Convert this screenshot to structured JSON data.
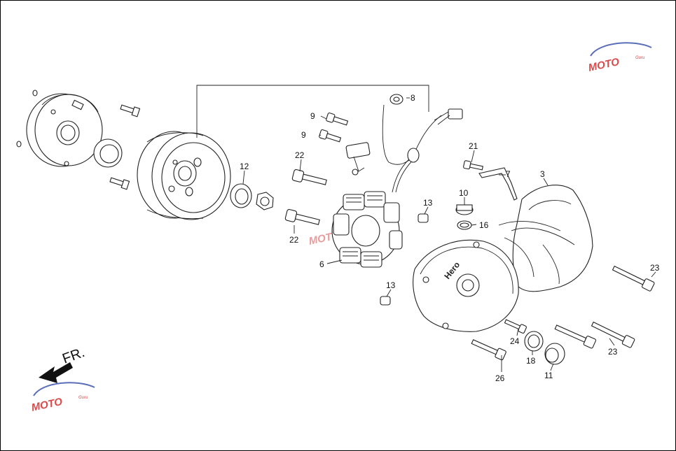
{
  "diagram": {
    "direction_label": "FR.",
    "cover_brand": "Hero",
    "watermark": {
      "text": "MOTO",
      "sub": "Guru",
      "color_primary": "#d94a4a",
      "color_accent": "#5a6fb8"
    },
    "callouts": [
      {
        "id": "c3",
        "label": "3"
      },
      {
        "id": "c6",
        "label": "6"
      },
      {
        "id": "c7",
        "label": "7"
      },
      {
        "id": "c8",
        "label": "8"
      },
      {
        "id": "c9a",
        "label": "9"
      },
      {
        "id": "c9b",
        "label": "9"
      },
      {
        "id": "c10",
        "label": "10"
      },
      {
        "id": "c11",
        "label": "11"
      },
      {
        "id": "c12",
        "label": "12"
      },
      {
        "id": "c13a",
        "label": "13"
      },
      {
        "id": "c13b",
        "label": "13"
      },
      {
        "id": "c16",
        "label": "16"
      },
      {
        "id": "c18",
        "label": "18"
      },
      {
        "id": "c21",
        "label": "21"
      },
      {
        "id": "c22a",
        "label": "22"
      },
      {
        "id": "c22b",
        "label": "22"
      },
      {
        "id": "c23a",
        "label": "23"
      },
      {
        "id": "c23b",
        "label": "23"
      },
      {
        "id": "c24",
        "label": "24"
      },
      {
        "id": "c26",
        "label": "26"
      }
    ]
  }
}
